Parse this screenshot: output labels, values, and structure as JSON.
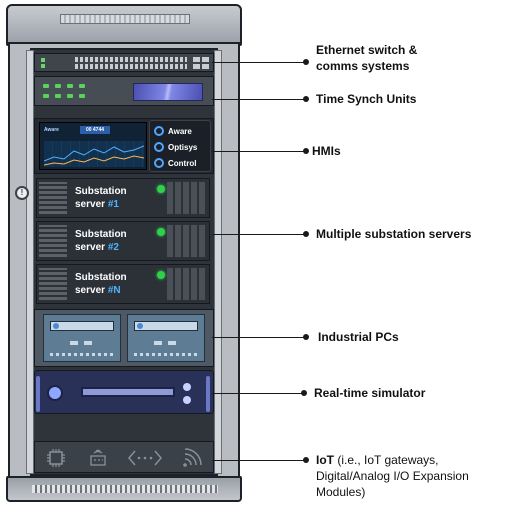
{
  "labels": {
    "ethernet_line1": "Ethernet switch &",
    "ethernet_line2": "comms systems",
    "time_synch": "Time Synch Units",
    "hmis": "HMIs",
    "substation_servers": "Multiple substation servers",
    "industrial_pcs": "Industrial PCs",
    "simulator": "Real-time simulator",
    "iot_bold": "IoT",
    "iot_rest": " (i.e., IoT gateways, Digital/Analog I/O Expansion Modules)"
  },
  "hmi": {
    "header": "Aware",
    "badge": "00 4744",
    "apps": [
      "Aware",
      "Optisys",
      "Control"
    ]
  },
  "servers": [
    {
      "line1": "Substation",
      "line2": "server",
      "num": "#1"
    },
    {
      "line1": "Substation",
      "line2": "server",
      "num": "#2"
    },
    {
      "line1": "Substation",
      "line2": "server",
      "num": "#N"
    }
  ],
  "colors": {
    "accent_blue": "#4fb3ff",
    "led_green": "#2fd04a",
    "simulator": "#2a3158",
    "time_display": "#7f86e6"
  },
  "icons": [
    "chip-icon",
    "wifi-tower-icon",
    "network-arrows-icon",
    "wifi-signal-icon"
  ]
}
